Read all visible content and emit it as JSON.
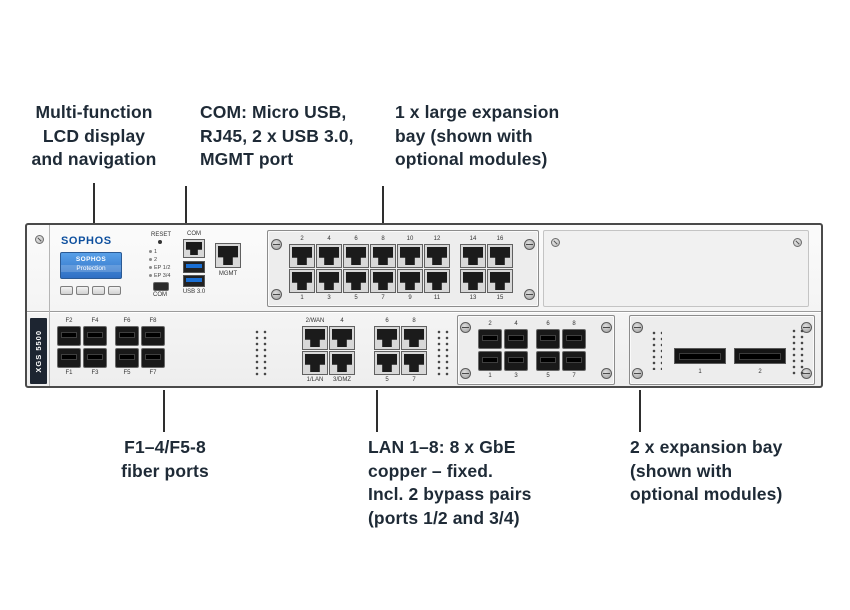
{
  "title": "Sophos XGS 5500 front panel diagram",
  "colors": {
    "text": "#1e2a36",
    "leader": "#2e2e2e",
    "lcd_blue": "#3b82d6",
    "brand_blue": "#0d4f9e",
    "badge_bg": "#1d2531"
  },
  "callouts": {
    "lcd": {
      "lines": [
        "Multi-function",
        "LCD display",
        "and navigation"
      ]
    },
    "com": {
      "lines": [
        "COM: Micro USB,",
        "RJ45, 2 x USB 3.0,",
        "MGMT port"
      ]
    },
    "bay": {
      "lines": [
        "1 x large expansion",
        "bay (shown with",
        "optional modules)"
      ]
    },
    "fiber": {
      "lines": [
        "F1–4/F5-8",
        "fiber ports"
      ]
    },
    "lan": {
      "lines": [
        "LAN 1–8: 8 x GbE",
        "copper – fixed.",
        "Incl. 2 bypass pairs",
        "(ports 1/2 and 3/4)"
      ]
    },
    "expansion": {
      "lines": [
        "2 x expansion bay",
        "(shown with",
        "optional modules)"
      ]
    }
  },
  "device": {
    "brand": "SOPHOS",
    "model_badge": "XGS 5500",
    "lcd": {
      "line1": "SOPHOS",
      "line2": "Protection"
    },
    "com_cluster": {
      "reset": "RESET",
      "leds": [
        "1",
        "2",
        "EP 1/2",
        "EP 3/4"
      ],
      "com_top": "COM",
      "usb": "USB 3.0",
      "com_bottom": "COM",
      "mgmt": "MGMT"
    },
    "bay_top": {
      "g1_top": [
        "2",
        "4",
        "6",
        "8",
        "10",
        "12"
      ],
      "g1_bottom": [
        "1",
        "3",
        "5",
        "7",
        "9",
        "11"
      ],
      "g2_top": [
        "14",
        "16"
      ],
      "g2_bottom": [
        "13",
        "15"
      ]
    },
    "fiber": {
      "g1_top": [
        "F2",
        "F4"
      ],
      "g1_bottom": [
        "F1",
        "F3"
      ],
      "g2_top": [
        "F6",
        "F8"
      ],
      "g2_bottom": [
        "F5",
        "F7"
      ]
    },
    "lan": {
      "g1_top": [
        "2/WAN",
        "4"
      ],
      "g1_bottom": [
        "1/LAN",
        "3/DMZ"
      ],
      "g2_top": [
        "6",
        "8"
      ],
      "g2_bottom": [
        "5",
        "7"
      ]
    },
    "module_sfp": {
      "g1_top": [
        "2",
        "4"
      ],
      "g1_bottom": [
        "1",
        "3"
      ],
      "g2_top": [
        "6",
        "8"
      ],
      "g2_bottom": [
        "5",
        "7"
      ]
    },
    "module_qsfp": {
      "numbers": [
        "1",
        "2"
      ]
    }
  }
}
